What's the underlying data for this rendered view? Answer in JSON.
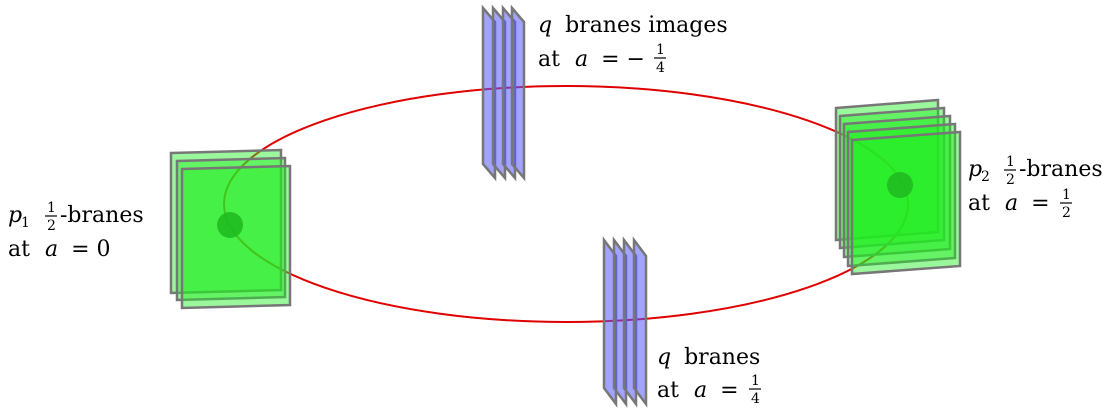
{
  "labels": {
    "q_images": {
      "line1_var": "q",
      "line1_rest": "branes images",
      "line2_prefix": "at",
      "line2_var": "a",
      "line2_eq": "= −",
      "frac_num": "1",
      "frac_den": "4"
    },
    "q_branes": {
      "line1_var": "q",
      "line1_rest": "branes",
      "line2_prefix": "at",
      "line2_var": "a",
      "line2_eq": "=",
      "frac_num": "1",
      "frac_den": "4"
    },
    "p1": {
      "var": "p",
      "sub": "1",
      "frac_num": "1",
      "frac_den": "2",
      "rest": "-branes",
      "line2_prefix": "at",
      "line2_var": "a",
      "line2_eq": "= 0"
    },
    "p2": {
      "var": "p",
      "sub": "2",
      "frac_num": "1",
      "frac_den": "2",
      "rest": "-branes",
      "line2_prefix": "at",
      "line2_var": "a",
      "line2_eq": "=",
      "line2_frac_num": "1",
      "line2_frac_den": "2"
    }
  },
  "colors": {
    "circle": "#e00000",
    "green_brane": "#22ee22",
    "blue_brane": "#5555ff",
    "brane_edge": "#777777"
  }
}
